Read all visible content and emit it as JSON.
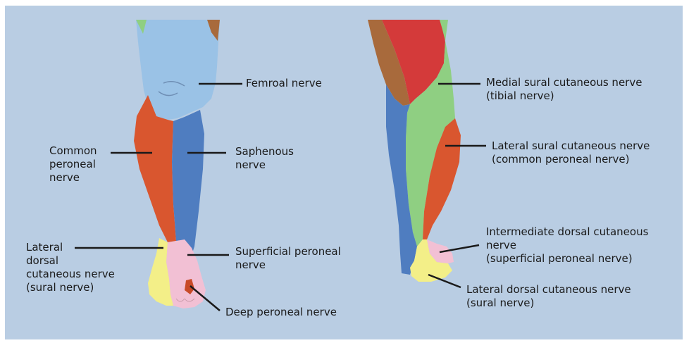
{
  "colors": {
    "background": "#b9cde3",
    "femoral": "#9ac2e6",
    "saphenous": "#4f7dc0",
    "common_peroneal": "#d9562f",
    "superficial_peroneal": "#f2c0d4",
    "sural": "#f3ef88",
    "deep_peroneal": "#c84a28",
    "tibial": "#8fcf82",
    "obturator_posterior_red": "#d43a3a",
    "posterior_brown": "#a86a3c",
    "leader_line": "#1a1a1a"
  },
  "labels": {
    "femoral": "Femroal nerve",
    "common_peroneal": "Common\nperoneal\nnerve",
    "saphenous": "Saphenous\nnerve",
    "lateral_dorsal_left": "Lateral\ndorsal\ncutaneous nerve\n(sural nerve)",
    "superficial_peroneal": "Superficial peroneal\nnerve",
    "deep_peroneal": "Deep peroneal nerve",
    "medial_sural": "Medial sural cutaneous nerve\n(tibial nerve)",
    "lateral_sural": "Lateral sural cutaneous nerve\n(common peroneal nerve)",
    "intermediate_dorsal": "Intermediate dorsal cutaneous\nnerve\n(superficial peroneal nerve)",
    "lateral_dorsal_right": "Lateral dorsal cutaneous nerve\n(sural nerve)"
  }
}
